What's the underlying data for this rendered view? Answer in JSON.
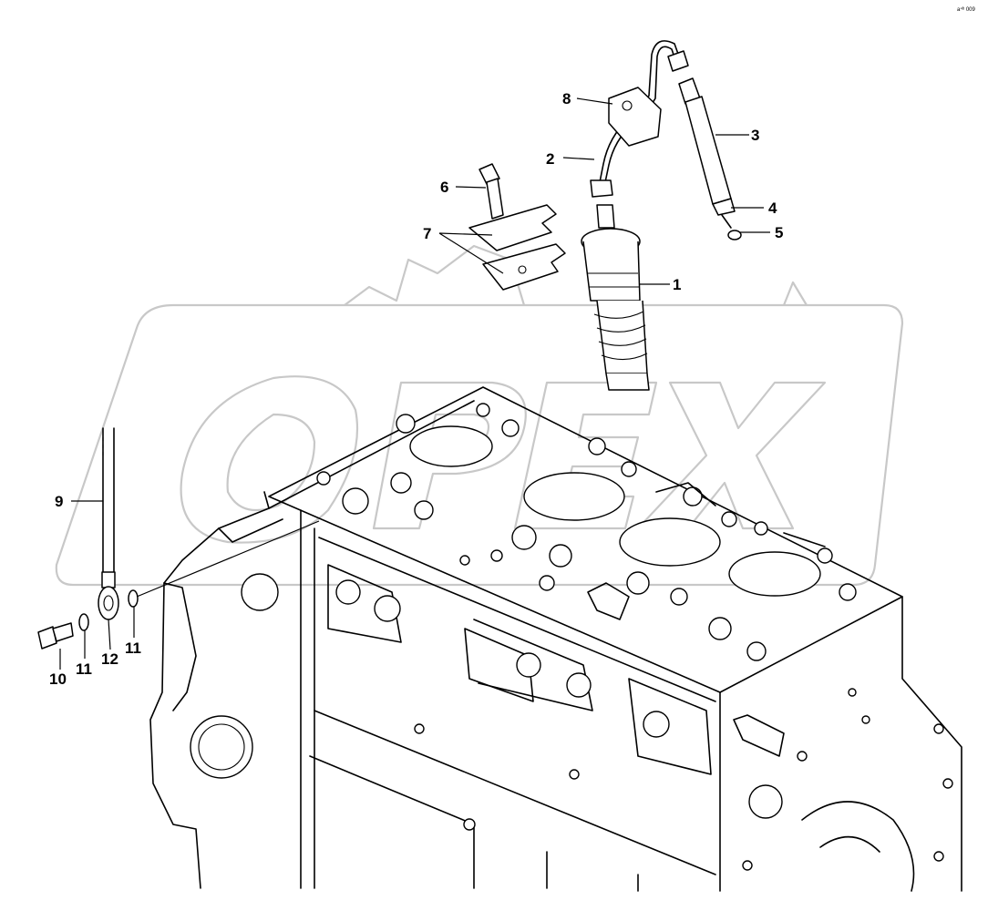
{
  "drawing_ref": "a⁴ᵇ 009",
  "watermark_text": "OPEX",
  "callouts": {
    "c1": "1",
    "c2": "2",
    "c3": "3",
    "c4": "4",
    "c5": "5",
    "c6": "6",
    "c7": "7",
    "c8": "8",
    "c9": "9",
    "c10": "10",
    "c11a": "11",
    "c12": "12",
    "c11b": "11"
  }
}
